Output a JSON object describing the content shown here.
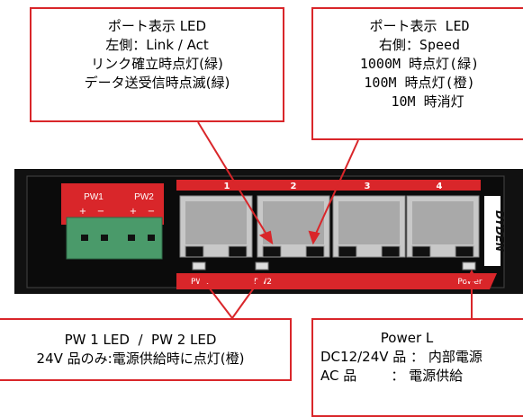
{
  "callouts": {
    "port_left": {
      "lines": [
        "ポート表示 LED",
        "左側：Link / Act",
        "リンク確立時点灯(緑)",
        "データ送受信時点滅(緑)"
      ]
    },
    "port_right": {
      "lines": [
        "ポート表示 LED",
        "右側：Speed",
        "1000M 時点灯(緑)",
        "100M 時点灯(橙)",
        "  10M 時消灯"
      ]
    },
    "pw": {
      "lines": [
        "PW 1 LED  /  PW 2 LED",
        "24V 品のみ:電源供給時に点灯(橙)"
      ]
    },
    "power": {
      "lines": [
        "              Power L",
        "DC12/24V 品 ： 内部電源",
        "AC 品        ： 電源供給"
      ]
    }
  },
  "device": {
    "terminal_labels": [
      "PW1",
      "PW2"
    ],
    "polarity": [
      "+",
      "−",
      "+",
      "−"
    ],
    "port_numbers": [
      "1",
      "2",
      "3",
      "4"
    ],
    "brand": "DYDEN",
    "led_labels": [
      "PW1",
      "PW2",
      "Power"
    ]
  },
  "colors": {
    "accent_red": "#d9262a",
    "panel_black": "#111111",
    "connector_green": "#4a9a6a",
    "port_gray": "#c8c8c8"
  }
}
